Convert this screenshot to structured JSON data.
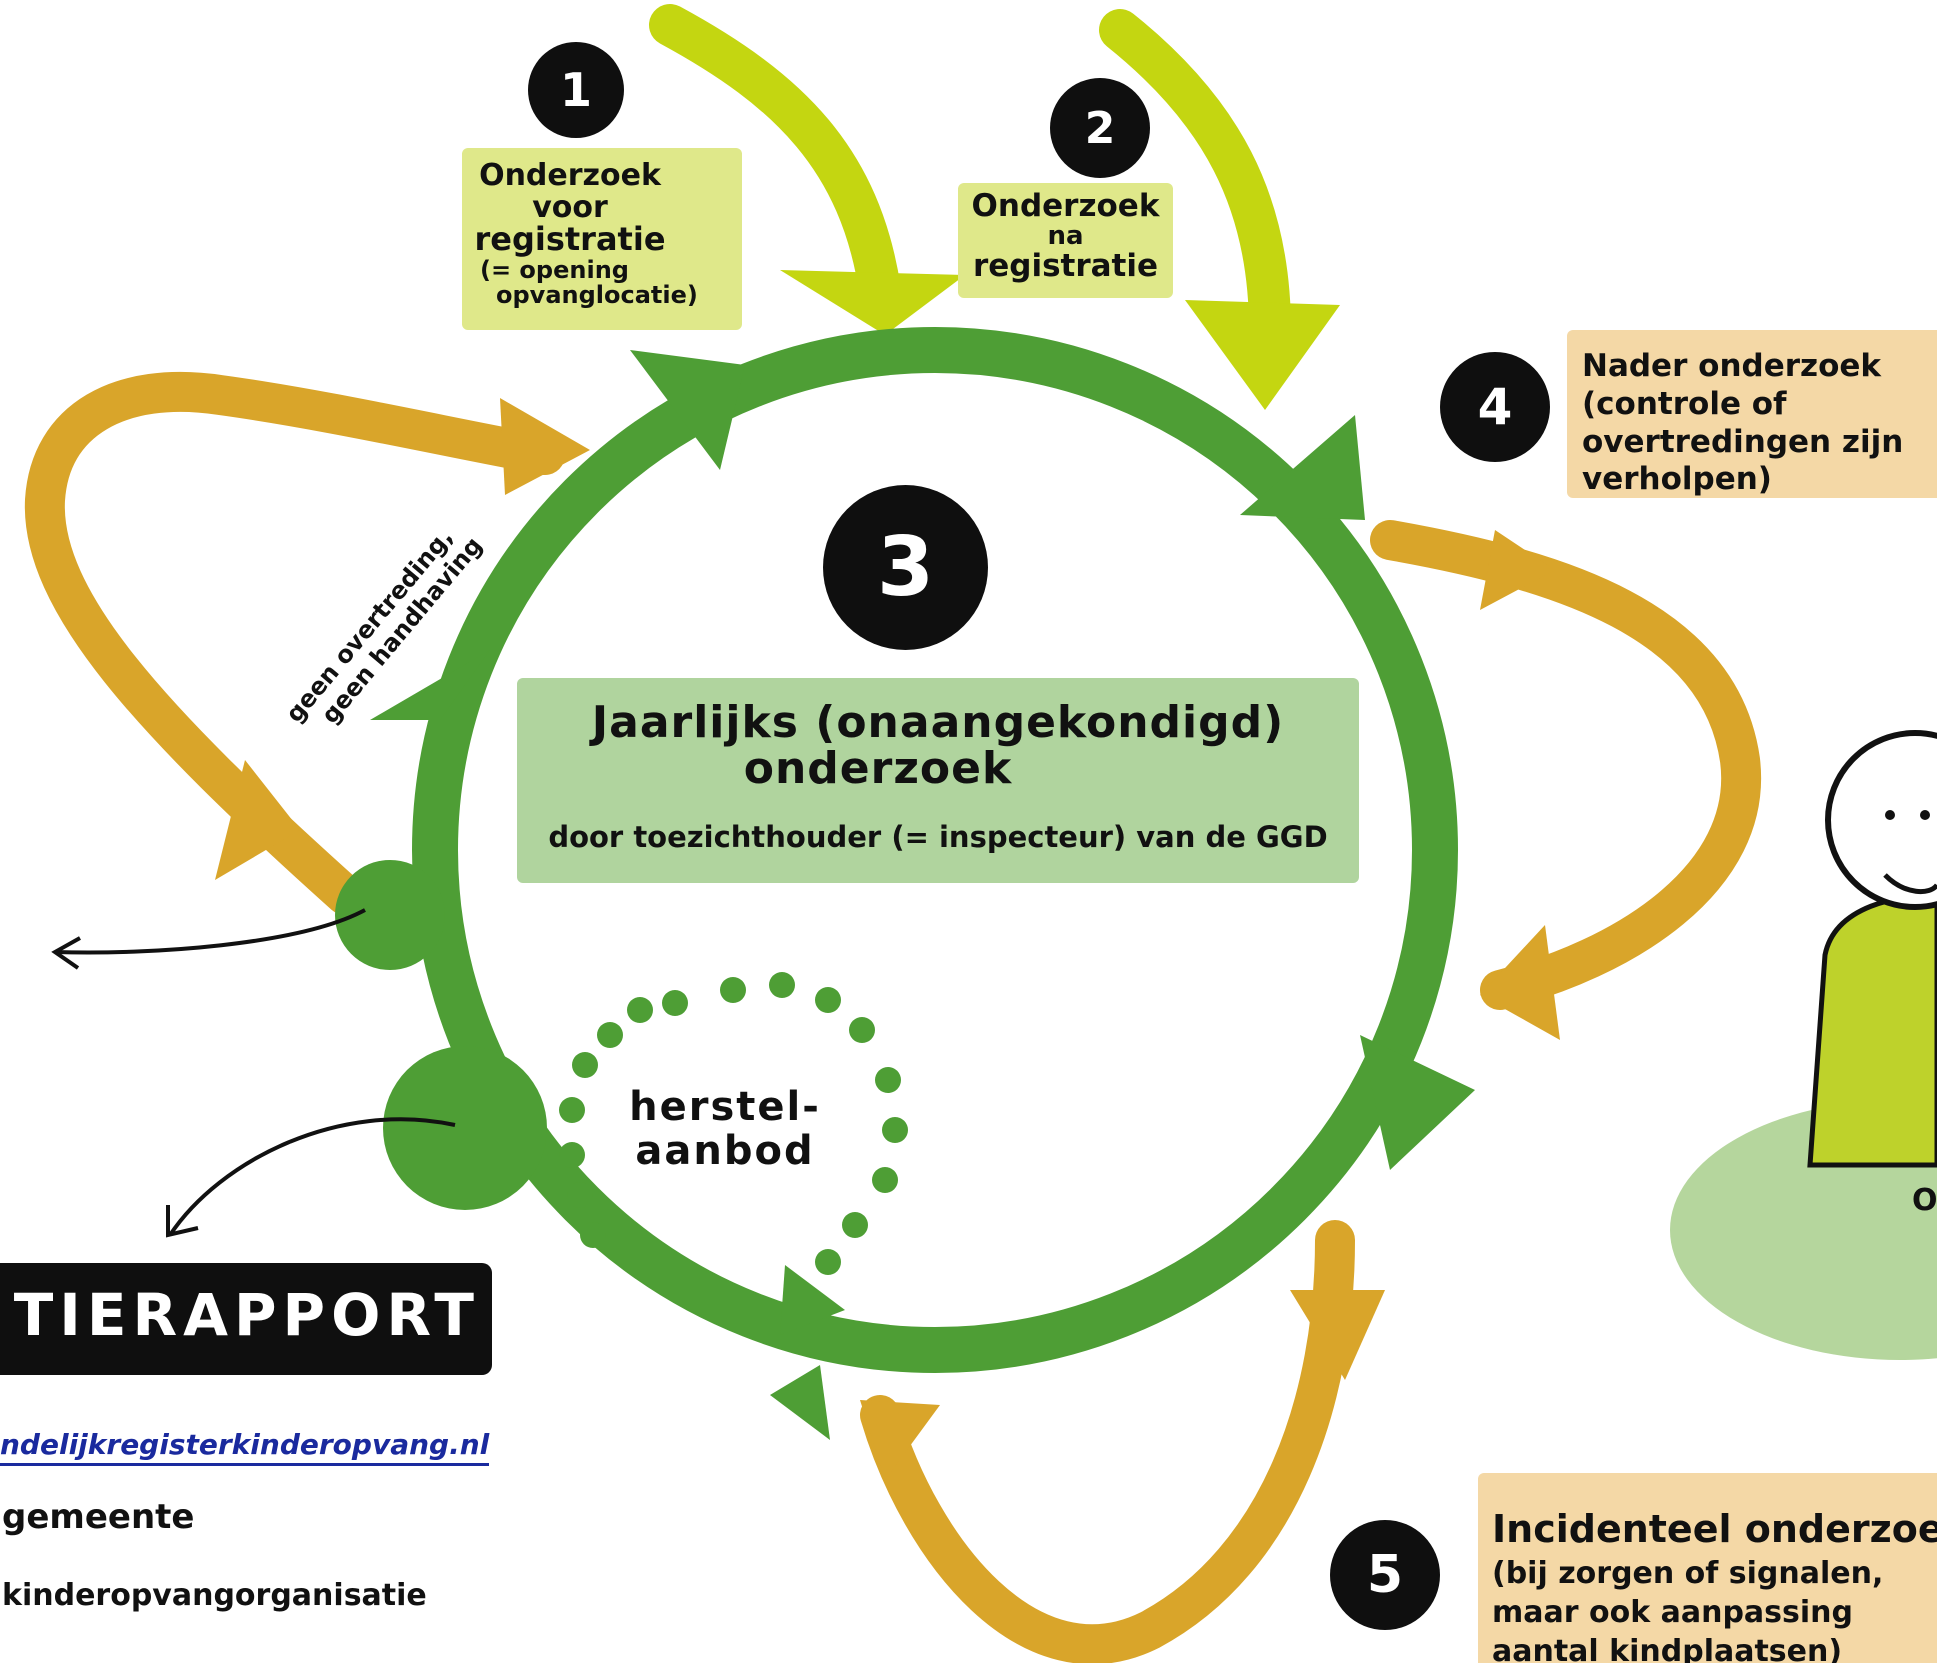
{
  "steps": {
    "step1": {
      "number": "1",
      "lines": [
        "Onderzoek",
        "voor",
        "registratie",
        "(= opening",
        "opvanglocatie)"
      ]
    },
    "step2": {
      "number": "2",
      "lines": [
        "Onderzoek",
        "na",
        "registratie"
      ]
    },
    "step3": {
      "number": "3",
      "title_lines": [
        "Jaarlijks (onaangekondigd)",
        "onderzoek"
      ],
      "subtitle": "door toezichthouder (= inspecteur) van de GGD"
    },
    "step4": {
      "number": "4",
      "lines": [
        "Nader onderzoek",
        "(controle of",
        "overtredingen zijn",
        "verholpen)"
      ]
    },
    "step5": {
      "number": "5",
      "lines": [
        "Incidenteel onderzoek",
        "(bij zorgen of signalen,",
        "maar ook aanpassing",
        "aantal kindplaatsen)"
      ]
    }
  },
  "loop_label_lines": [
    "geen overtreding,",
    "geen handhaving"
  ],
  "herstel_lines": [
    "herstel-",
    "aanbod"
  ],
  "report": {
    "banner": "TIERAPPORT",
    "link": "ndelijkregisterkinderopvang.nl",
    "items": [
      "gemeente",
      "kinderopvangorganisatie"
    ]
  },
  "person_label": "O",
  "colors": {
    "cycle_green": "#4e9e35",
    "lime_arrow": "#c4d611",
    "ochre_arrow": "#d9a52a",
    "lime_box": "#dfe88a",
    "green_box": "#b0d49e",
    "peach_box": "#f4d8a6",
    "person_body": "#bed22b",
    "person_ground": "#b5d69d"
  }
}
